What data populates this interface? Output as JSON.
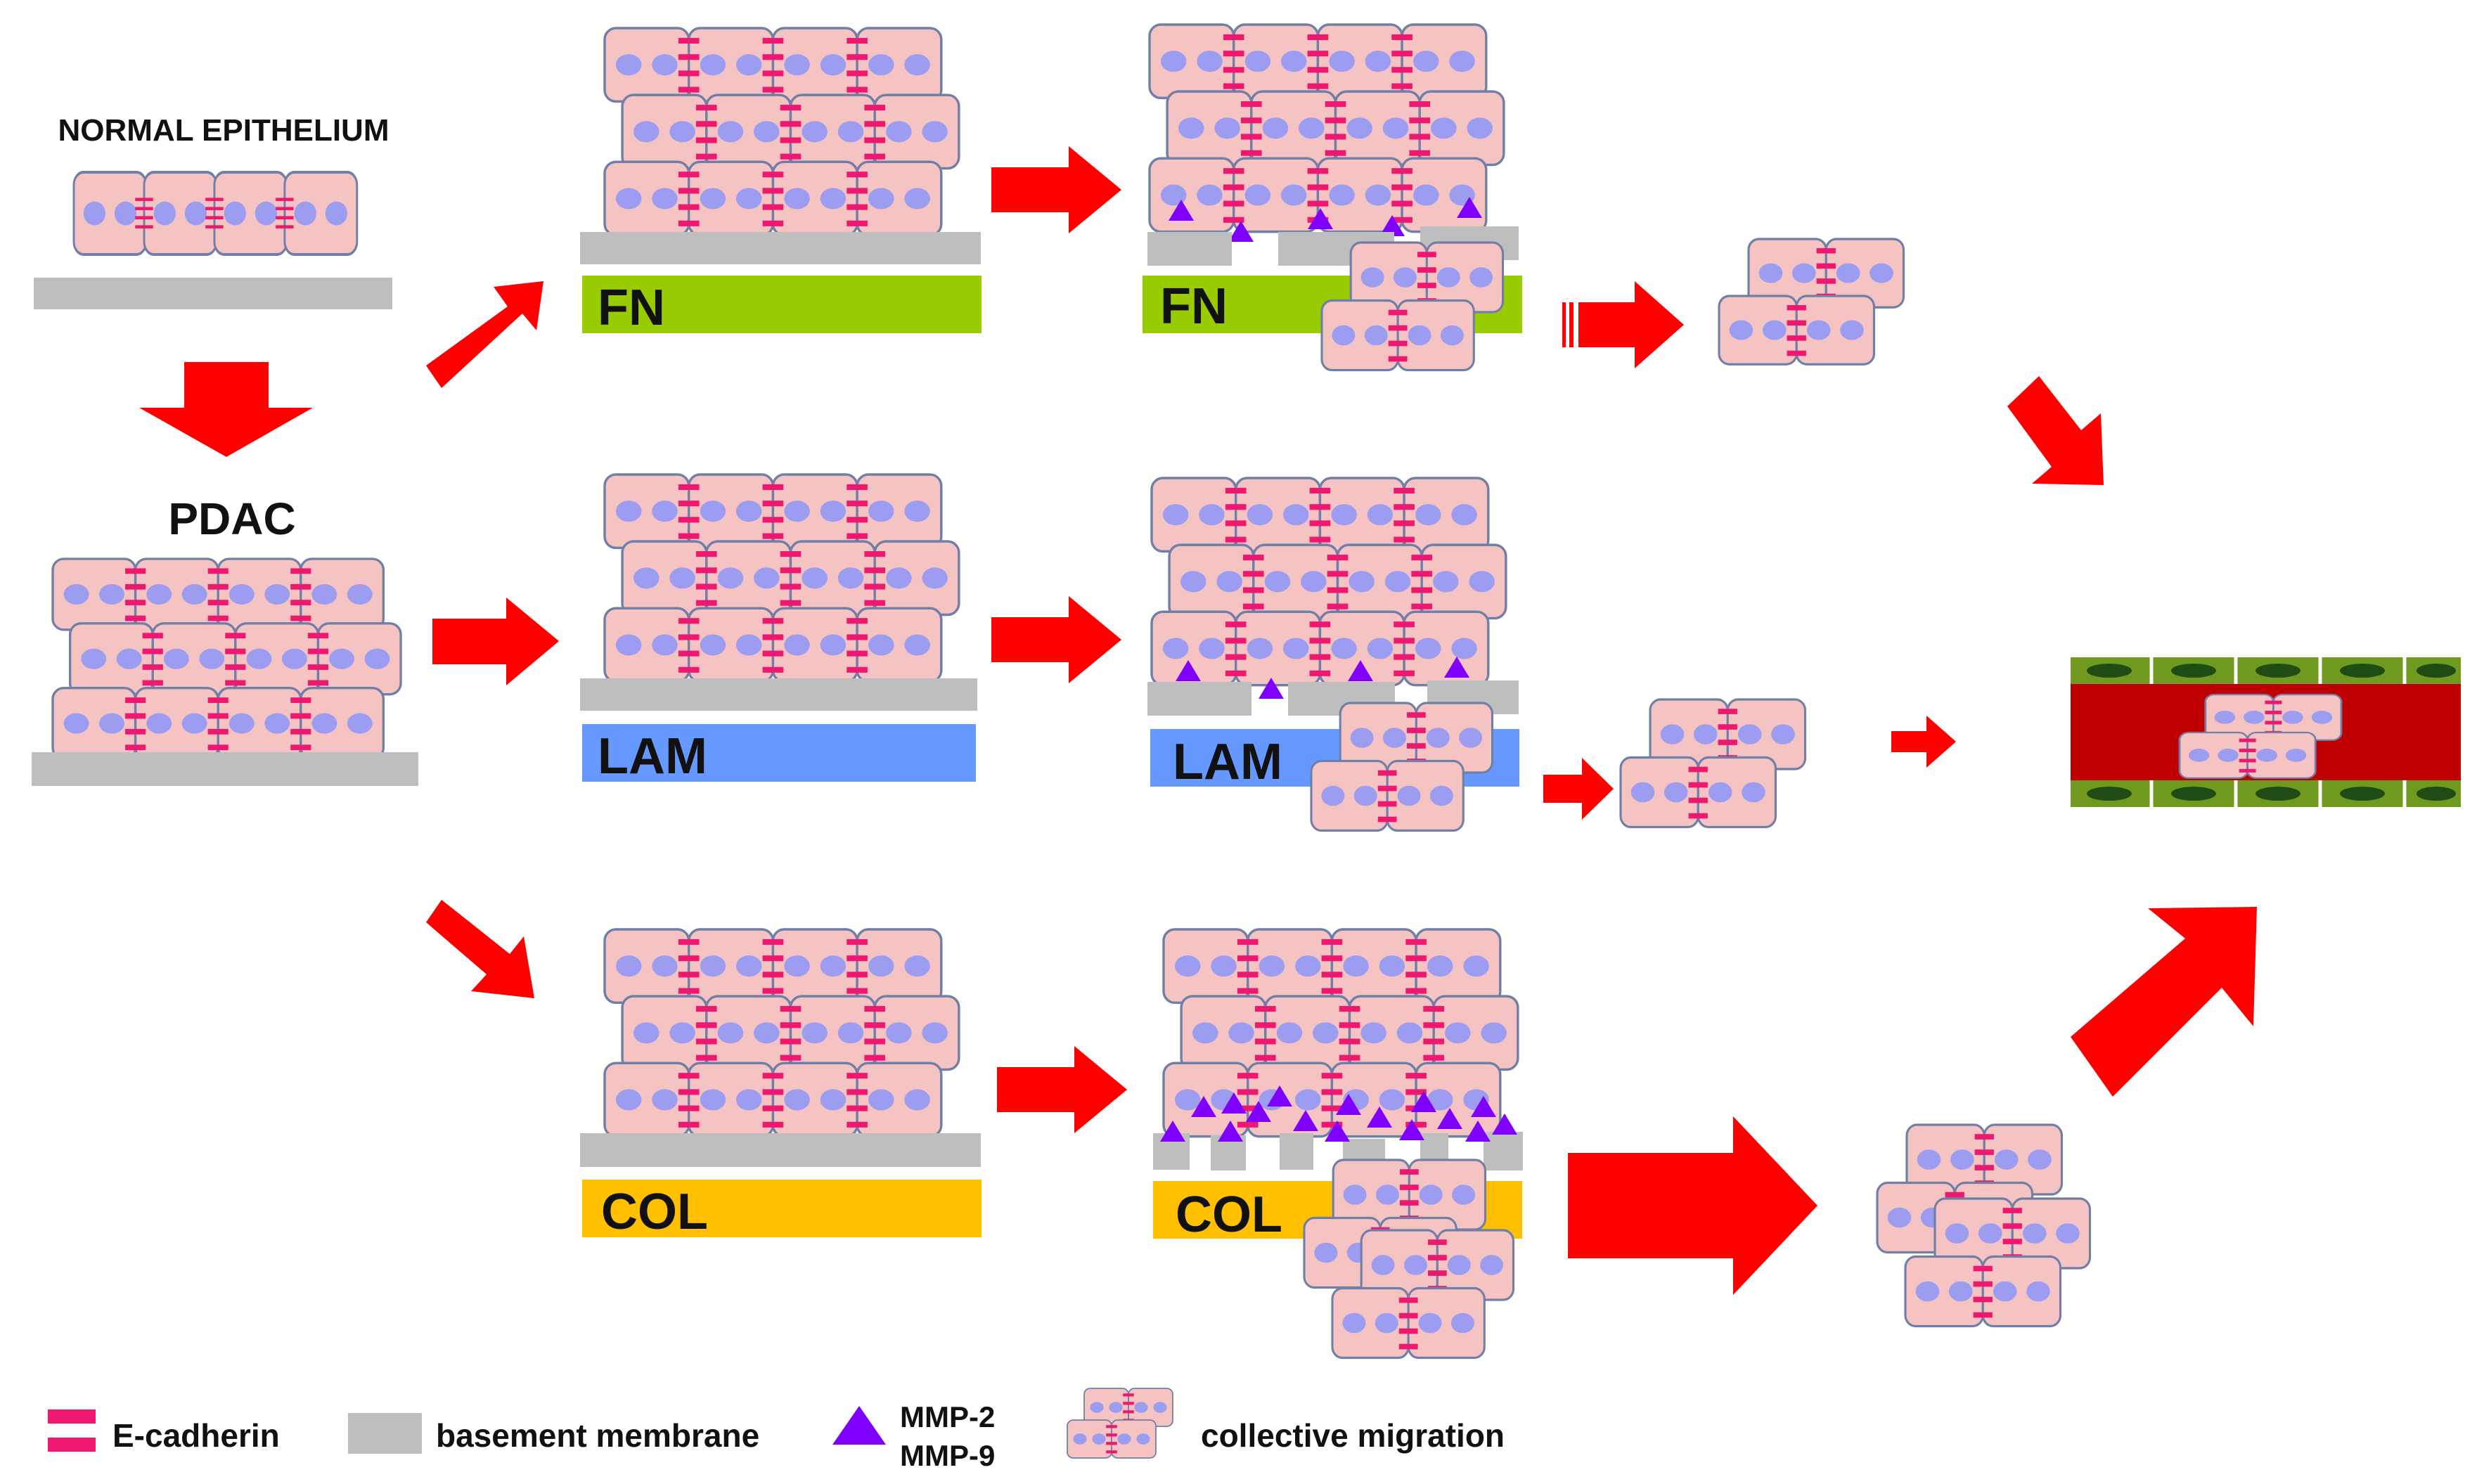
{
  "labels": {
    "normal_epithelium": "NORMAL EPITHELIUM",
    "pdac": "PDAC",
    "fn": "FN",
    "lam": "LAM",
    "col": "COL"
  },
  "legend": {
    "ecadherin": "E-cadherin",
    "basement_membrane": "basement membrane",
    "mmp2": "MMP-2",
    "mmp9": "MMP-9",
    "collective_migration": "collective migration"
  },
  "colors": {
    "cell_fill": "#f6c3c3",
    "cell_stroke": "#6f7fa8",
    "nucleus": "#9c9cf0",
    "ecadherin": "#ee1870",
    "membrane": "#bebebe",
    "fn": "#99cc00",
    "lam": "#6699ff",
    "col": "#ffc000",
    "arrow": "#ff0000",
    "mmp": "#7f00ff",
    "vessel_red": "#c00000",
    "vessel_green": "#6f9a1f",
    "vessel_nucleus": "#1f4b14"
  }
}
